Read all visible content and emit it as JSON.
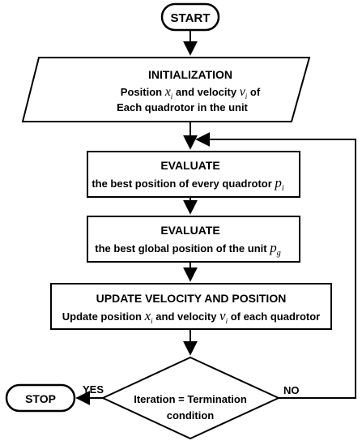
{
  "flowchart": {
    "start": "START",
    "init": {
      "title": "INITIALIZATION",
      "line1_pre": "Position ",
      "line1_var1": "x",
      "line1_var1_sub": "i",
      "line1_mid": " and velocity ",
      "line1_var2": "v",
      "line1_var2_sub": "i",
      "line1_post": " of",
      "line2": "Each quadrotor in the unit"
    },
    "eval1": {
      "title": "EVALUATE",
      "text": "the best position of every quadrotor ",
      "var": "p",
      "var_sub": "i"
    },
    "eval2": {
      "title": "EVALUATE",
      "text": "the best global position of the unit ",
      "var": "p",
      "var_sub": "g"
    },
    "update": {
      "title": "UPDATE VELOCITY AND POSITION",
      "pre": "Update position ",
      "var1": "x",
      "var1_sub": "i",
      "mid": " and velocity ",
      "var2": "v",
      "var2_sub": "i",
      "post": " of each quadrotor"
    },
    "decision": {
      "line1": "Iteration = Termination",
      "line2": "condition",
      "yes": "YES",
      "no": "NO"
    },
    "stop": "STOP"
  }
}
